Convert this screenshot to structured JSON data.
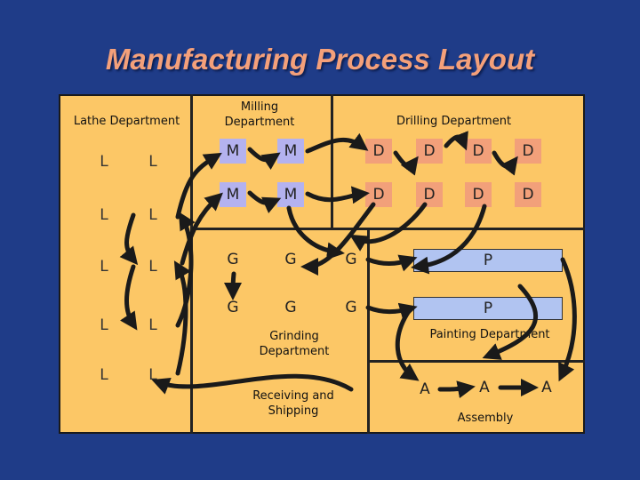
{
  "title": "Manufacturing Process Layout",
  "departments": {
    "lathe": "Lathe Department",
    "milling": "Milling Department",
    "drilling": "Drilling Department",
    "grinding": "Grinding Department",
    "painting": "Painting Department",
    "receiving": "Receiving and Shipping",
    "assembly": "Assembly"
  },
  "machines": {
    "lathe": [
      "L",
      "L",
      "L",
      "L",
      "L",
      "L",
      "L",
      "L",
      "L",
      "L"
    ],
    "milling": [
      "M",
      "M",
      "M",
      "M"
    ],
    "drilling": [
      "D",
      "D",
      "D",
      "D",
      "D",
      "D",
      "D",
      "D"
    ],
    "grinding": [
      "G",
      "G",
      "G",
      "G",
      "G",
      "G"
    ],
    "painting": [
      "P",
      "P"
    ],
    "assembly": [
      "A",
      "A",
      "A"
    ]
  },
  "colors": {
    "background": "#1f3c88",
    "floor": "#fcc766",
    "title": "#f4a07a",
    "milling_machine": "#b4b2ef",
    "drilling_machine": "#f2a07a",
    "painting_machine": "#b1c4f1",
    "flow_arrow": "#1a1a1a"
  }
}
